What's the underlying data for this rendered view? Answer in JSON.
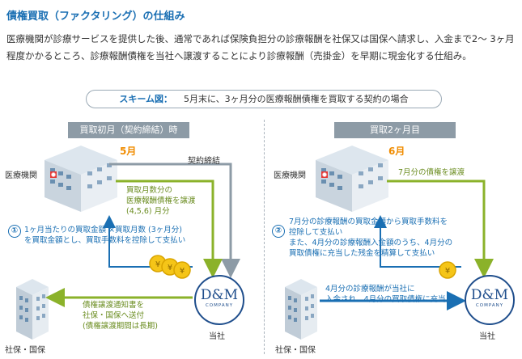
{
  "header": {
    "title": "債権買取（ファクタリング）の仕組み",
    "description": "医療機関が診療サービスを提供した後、通常であれば保険負担分の診療報酬を社保又は国保へ請求し、入金まで2～ 3ヶ月程度かかるところ、診療報酬債権を当社へ譲渡することにより診療報酬（売掛金）を早期に現金化する仕組み。"
  },
  "scheme": {
    "label": "スキーム図：",
    "text": "5月末に、3ヶ月分の医療報酬債権を買取する契約の場合"
  },
  "left": {
    "phase": "買取初月（契約締結）時",
    "month": "5月",
    "hospital_label": "医療機関",
    "insurer_label": "社保・国保",
    "company_label": "当社",
    "contract": "契約締結",
    "transfer_note": [
      "買取月数分の",
      "医療報酬債権を譲渡",
      "(4,5,6) 月分"
    ],
    "step_number": "①",
    "payment_note": [
      "1ヶ月当たりの買取金額 ×買取月数 (3ヶ月分)",
      "を買取金額とし、買取手数料を控除して支払い"
    ],
    "notice_note": [
      "債権譲渡通知書を",
      "社保・国保へ送付",
      "(債権譲渡期間は長期)"
    ]
  },
  "right": {
    "phase": "買取2ヶ月目",
    "month": "6月",
    "hospital_label": "医療機関",
    "insurer_label": "社保・国保",
    "company_label": "当社",
    "transfer_note": "7月分の債権を譲渡",
    "step_number": "②",
    "payment_note": [
      "7月分の診療報酬の買取金額から買取手数料を",
      "控除して支払い",
      "また、4月分の診療報酬入金額のうち、4月分の",
      "買取債権に充当した残金を精算して支払い"
    ],
    "deposit_note": [
      "4月分の診療報酬が当社に",
      "入金され、4月分の買取債権に充当"
    ]
  },
  "logo": {
    "main": "D&M",
    "sub": "COMPANY"
  },
  "colors": {
    "title_blue": "#1a6fb3",
    "orange": "#f08c00",
    "green": "#6a8c1f",
    "gray_bar": "#8d9ba6",
    "logo_navy": "#1f4e8c",
    "coin_yellow": "#f5c518"
  }
}
